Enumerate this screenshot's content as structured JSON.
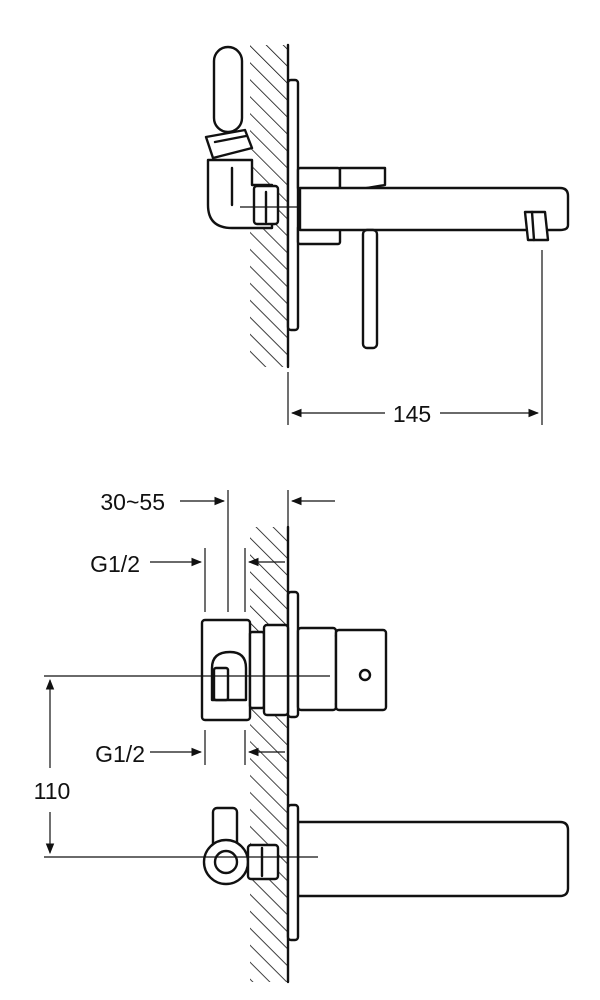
{
  "dimensions": {
    "spout_projection": "145",
    "wall_depth": "30~55",
    "inlet_thread_top": "G1/2",
    "inlet_thread_bottom": "G1/2",
    "outlet_distance": "110"
  },
  "colors": {
    "line": "#111111",
    "background": "#ffffff"
  }
}
